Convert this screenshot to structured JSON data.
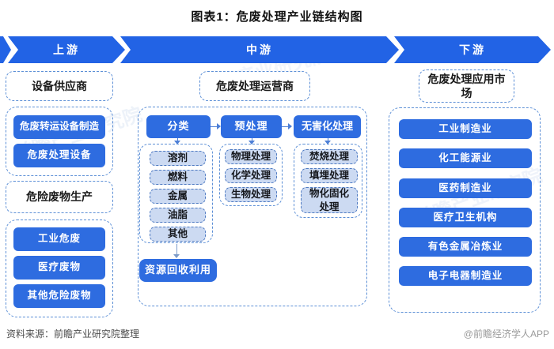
{
  "title": "图表1：危废处理产业链结构图",
  "banner": {
    "upstream": "上游",
    "midstream": "中游",
    "downstream": "下游"
  },
  "upstream": {
    "supplier_label": "设备供应商",
    "equipment_items": [
      "危废转运设备制造",
      "危废处理设备"
    ],
    "producer_label": "危险废物生产",
    "producer_items": [
      "工业危废",
      "医疗废物",
      "其他危险废物"
    ]
  },
  "midstream": {
    "operator_label": "危废处理运营商",
    "stages": [
      {
        "label": "分类",
        "children": [
          "溶剂",
          "燃料",
          "金属",
          "油脂",
          "其他"
        ]
      },
      {
        "label": "预处理",
        "children": [
          "物理处理",
          "化学处理",
          "生物处理"
        ]
      },
      {
        "label": "无害化处理",
        "children": [
          "焚烧处理",
          "填埋处理",
          "物化固化处理"
        ]
      }
    ],
    "recycle_label": "资源回收利用"
  },
  "downstream": {
    "market_label": "危废处理应用市场",
    "items": [
      "工业制造业",
      "化工能源业",
      "医药制造业",
      "医疗卫生机构",
      "有色金属冶炼业",
      "电子电器制造业"
    ]
  },
  "footer": {
    "source": "资料来源：前瞻产业研究院整理",
    "credit": "@前瞻经济学人APP"
  },
  "watermark": "前瞻产业研究院",
  "colors": {
    "banner_blue": "#2263e5",
    "button_blue": "#2e6ce0",
    "chip_fill": "#ccdaf2",
    "chip_border": "#4d79c1",
    "dash_border": "#5c8fd6"
  }
}
